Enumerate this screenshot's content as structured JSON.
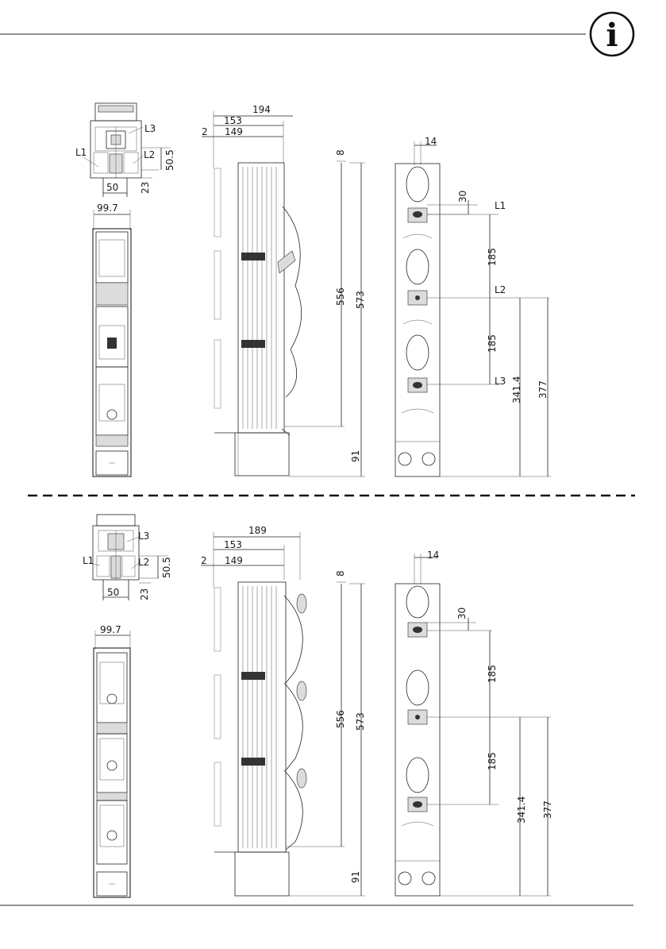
{
  "header": {
    "info_icon_glyph": "i"
  },
  "top": {
    "small_view": {
      "l1": "L1",
      "l2": "L2",
      "l3": "L3",
      "d50": "50",
      "d23": "23",
      "d50_5": "50.5"
    },
    "front_view": {
      "d99_7": "99.7"
    },
    "side_view": {
      "d194": "194",
      "d153": "153",
      "d149": "149",
      "d2": "2",
      "d8": "8",
      "d556": "556",
      "d573": "573",
      "d91": "91"
    },
    "rear_view": {
      "d14": "14",
      "d30": "30",
      "d185a": "185",
      "d185b": "185",
      "d341_4": "341.4",
      "d377": "377",
      "l1": "L1",
      "l2": "L2",
      "l3": "L3"
    }
  },
  "bottom": {
    "small_view": {
      "l1": "L1",
      "l2": "L2",
      "l3": "L3",
      "d50": "50",
      "d23": "23",
      "d50_5": "50.5"
    },
    "front_view": {
      "d99_7": "99.7"
    },
    "side_view": {
      "d189": "189",
      "d153": "153",
      "d149": "149",
      "d2": "2",
      "d8": "8",
      "d556": "556",
      "d573": "573",
      "d91": "91"
    },
    "rear_view": {
      "d14": "14",
      "d30": "30",
      "d185a": "185",
      "d185b": "185",
      "d341_4": "341.4",
      "d377": "377"
    }
  }
}
